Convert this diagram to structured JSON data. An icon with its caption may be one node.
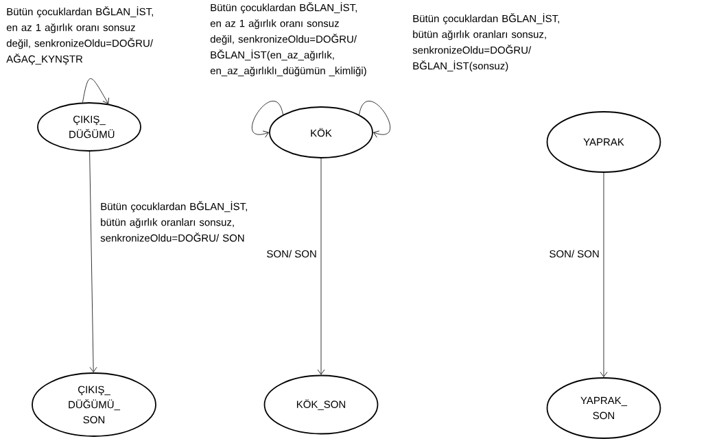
{
  "diagram": {
    "nodes": [
      {
        "text": [
          "ÇIKIŞ_ DÜĞÜMÜ"
        ]
      },
      {
        "text": [
          "KÖK"
        ]
      },
      {
        "text": [
          "YAPRAK"
        ]
      },
      {
        "text": [
          "ÇIKIŞ_ DÜĞÜMÜ_ SON"
        ]
      },
      {
        "text": [
          "KÖK_SON"
        ]
      },
      {
        "text": [
          "YAPRAK_ SON"
        ]
      }
    ],
    "edges": [
      {
        "from": 0,
        "to": 0,
        "arrow": "to",
        "label": "Bütün çocuklardan BĞLAN_İST, en az 1 ağırlık oranı sonsuz değil, senkronizeOldu=DOĞRU/ AĞAÇ_KYNŞTR"
      },
      {
        "from": 0,
        "to": 3,
        "arrow": "to",
        "label": "Bütün çocuklardan BĞLAN_İST, bütün ağırlık oranları sonsuz, senkronizeOldu=DOĞRU/ SON"
      },
      {
        "from": 1,
        "to": 1,
        "arrow": "to",
        "label": "Bütün çocuklardan BĞLAN_İST, en az 1 ağırlık oranı sonsuz değil, senkronizeOldu=DOĞRU/ BĞLAN_İST(en_az_ağırlık, en_az_ağırlıklı_düğümün _kimliği)"
      },
      {
        "from": 1,
        "to": 1,
        "arrow": "to",
        "label": "Bütün çocuklardan BĞLAN_İST, bütün ağırlık oranları sonsuz, senkronizeOldu=DOĞRU/ BĞLAN_İST(sonsuz)"
      },
      {
        "from": 1,
        "to": 4,
        "arrow": "to",
        "label": "SON/ SON"
      },
      {
        "from": 2,
        "to": 5,
        "arrow": "to",
        "label": "SON/ SON"
      }
    ]
  }
}
